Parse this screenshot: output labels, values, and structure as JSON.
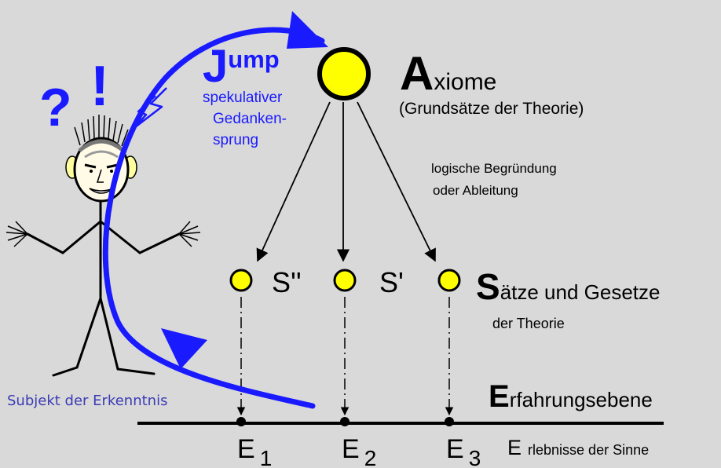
{
  "jump": {
    "big_letter": "J",
    "rest": "ump",
    "desc_line1": "spekulativer",
    "desc_line2": "Gedanken-",
    "desc_line3": "sprung"
  },
  "axiome": {
    "big_letter": "A",
    "rest": "xiome",
    "subtitle": "(Grundsätze der Theorie)"
  },
  "derivation": {
    "line1": "logische Begründung",
    "line2": "oder Ableitung"
  },
  "saetze": {
    "s_double": "S''",
    "s_single": "S'",
    "big_letter": "S",
    "rest": "ätze und Gesetze",
    "subtitle": "der Theorie"
  },
  "experience": {
    "big_letter": "E",
    "rest": "rfahrungsebene",
    "e_points": [
      {
        "base": "E",
        "sub": "1"
      },
      {
        "base": "E",
        "sub": "2"
      },
      {
        "base": "E",
        "sub": "3"
      }
    ],
    "senses_letter": "E",
    "senses_rest": "rlebnisse der Sinne"
  },
  "subject": {
    "label": "Subjekt der Erkenntnis",
    "question": "?",
    "exclaim": "!"
  },
  "colors": {
    "background": "#d9d9d9",
    "blue": "#1a1aff",
    "node_fill": "#ffff00",
    "face": "#fffbe6",
    "ear": "#ffffa0"
  }
}
